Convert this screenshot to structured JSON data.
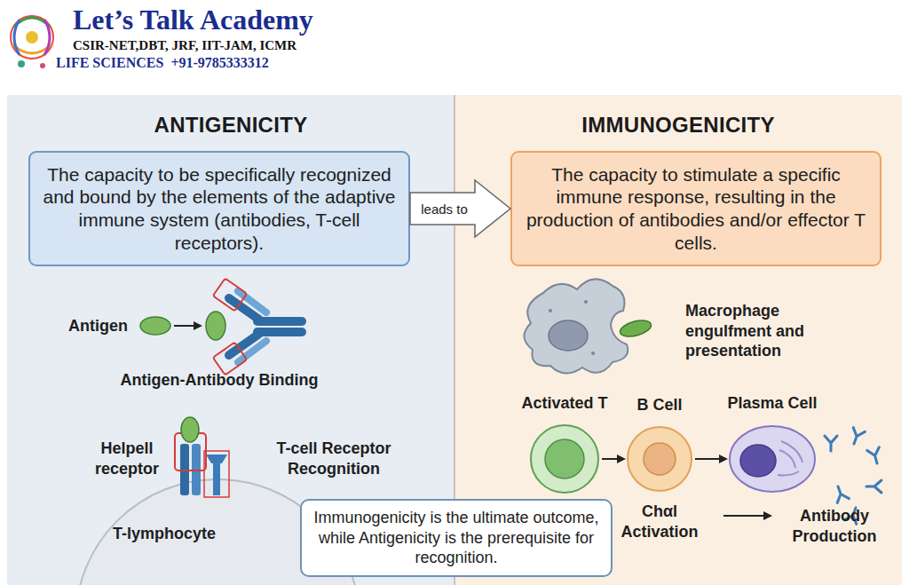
{
  "diagram": {
    "nodes": [
      {
        "text": [
          "ANTIGENICITY"
        ]
      },
      {
        "text": [
          "The capacity to be specifically recognized and bound by the elements of the adaptive immune system (antibodies, T-cell receptors)."
        ],
        "in": 0
      },
      {
        "text": [
          "IMMUNOGENICITY"
        ]
      },
      {
        "text": [
          "The capacity to stimulate a specific immune response, resulting in the production of antibodies and/or effector T cells."
        ],
        "in": 2
      },
      {
        "text": [
          "Activated T"
        ],
        "in": 2
      },
      {
        "text": [
          "B Cell",
          "Chαl Activation"
        ],
        "in": 2
      },
      {
        "text": [
          "Plasma Cell"
        ],
        "in": 2
      },
      {
        "text": [
          "Immunogenicity is the ultimate outcome, while Antigenicity is the prerequisite for recognition."
        ]
      }
    ],
    "edges": [
      {
        "from": 1,
        "to": 3,
        "label": "leads to",
        "arrow": "to"
      },
      {
        "from": 4,
        "to": 5,
        "arrow": "to"
      },
      {
        "from": 5,
        "to": 6,
        "arrow": "to"
      }
    ],
    "labels": [
      "Let’s Talk Academy",
      "CSIR-NET,DBT, JRF, IIT-JAM, ICMR",
      "LIFE SCIENCES  +91-9785333312",
      "Antigen",
      "Antigen-Antibody Binding",
      "Helpell receptor",
      "T-cell Receptor Recognition",
      "T-lymphocyte",
      "Macrophage engulfment and presentation",
      "Antibody Production"
    ]
  }
}
